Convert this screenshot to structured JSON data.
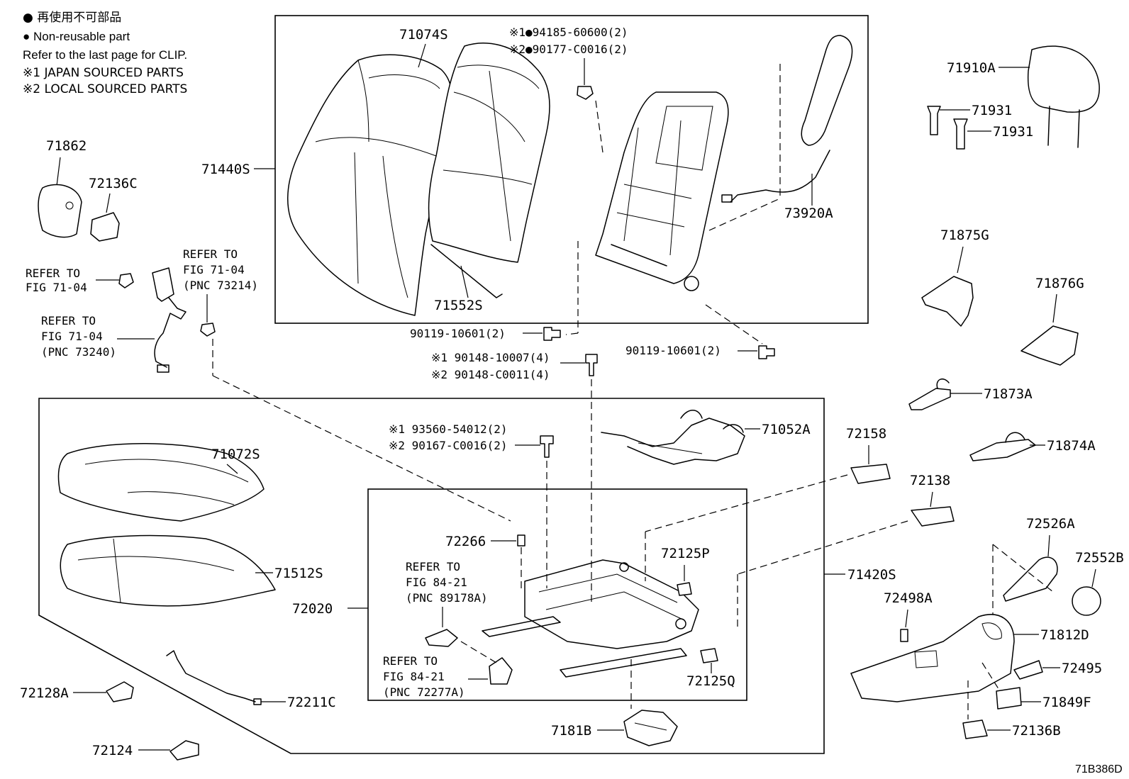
{
  "legend": {
    "line1": "● 再使用不可部品",
    "line2": "● Non-reusable part",
    "line3": "Refer to the last page for CLIP.",
    "line4": "※1  JAPAN SOURCED PARTS",
    "line5": "※2  LOCAL SOURCED PARTS"
  },
  "diagram_code": "71B386D",
  "labels": {
    "p71074S": "71074S",
    "p71440S": "71440S",
    "p71552S": "71552S",
    "fas1a": "※1●94185-60600(2)",
    "fas1b": "※2●90177-C0016(2)",
    "p73920A": "73920A",
    "p71910A": "71910A",
    "p71931a": "71931",
    "p71931b": "71931",
    "p71862": "71862",
    "p72136C": "72136C",
    "ref1a": "REFER TO",
    "ref1b": "FIG 71-04",
    "ref2a": "REFER TO",
    "ref2b": "FIG 71-04",
    "ref2c": "(PNC 73214)",
    "ref3a": "REFER TO",
    "ref3b": "FIG 71-04",
    "ref3c": "(PNC 73240)",
    "bolt1": "90119-10601(2)",
    "bolt2": "90119-10601(2)",
    "bolt3a": "※1 90148-10007(4)",
    "bolt3b": "※2 90148-C0011(4)",
    "bolt4a": "※1 93560-54012(2)",
    "bolt4b": "※2 90167-C0016(2)",
    "p71875G": "71875G",
    "p71876G": "71876G",
    "p71873A": "71873A",
    "p71874A": "71874A",
    "p71052A": "71052A",
    "p72158": "72158",
    "p72138": "72138",
    "p71072S": "71072S",
    "p71512S": "71512S",
    "p72020": "72020",
    "p72266": "72266",
    "ref4a": "REFER TO",
    "ref4b": "FIG 84-21",
    "ref4c": "(PNC 89178A)",
    "ref5a": "REFER TO",
    "ref5b": "FIG 84-21",
    "ref5c": "(PNC 72277A)",
    "p72125P": "72125P",
    "p72125Q": "72125Q",
    "p71420S": "71420S",
    "p72526A": "72526A",
    "p72552B": "72552B",
    "p72498A": "72498A",
    "p71812D": "71812D",
    "p72495": "72495",
    "p71849F": "71849F",
    "p72136B": "72136B",
    "p72128A": "72128A",
    "p72211C": "72211C",
    "p72124": "72124",
    "p7181B": "7181B"
  }
}
